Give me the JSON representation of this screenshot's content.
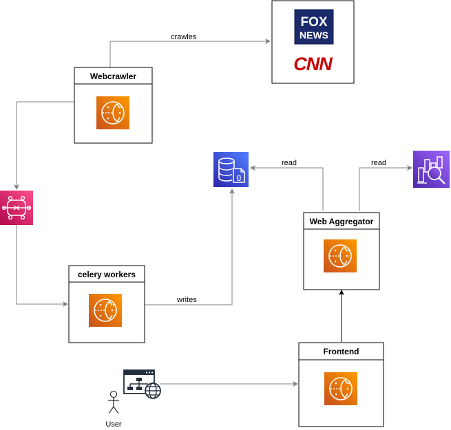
{
  "nodes": {
    "webcrawler": {
      "title": "Webcrawler"
    },
    "celery_workers": {
      "title": "celery workers"
    },
    "web_aggregator": {
      "title": "Web Aggregator"
    },
    "frontend": {
      "title": "Frontend"
    },
    "user": {
      "label": "User"
    },
    "news_sources": {
      "fox_line1": "FOX",
      "fox_line2": "NEWS",
      "cnn": "CNN"
    }
  },
  "edges": {
    "crawles": "crawles",
    "writes": "writes",
    "read_db": "read",
    "read_search": "read"
  },
  "icons": {
    "compute": "ec2-instance-icon",
    "queue": "message-queue-icon",
    "database": "document-database-icon",
    "search": "search-analytics-icon",
    "web_browser": "web-browser-icon",
    "user": "user-icon"
  },
  "colors": {
    "compute": "#ED7100",
    "queue": "#E7157B",
    "database": "#3B48CC",
    "search": "#8C4FFF",
    "fox": "#1B2A6B",
    "cnn": "#CC0000",
    "edge": "#808080"
  }
}
